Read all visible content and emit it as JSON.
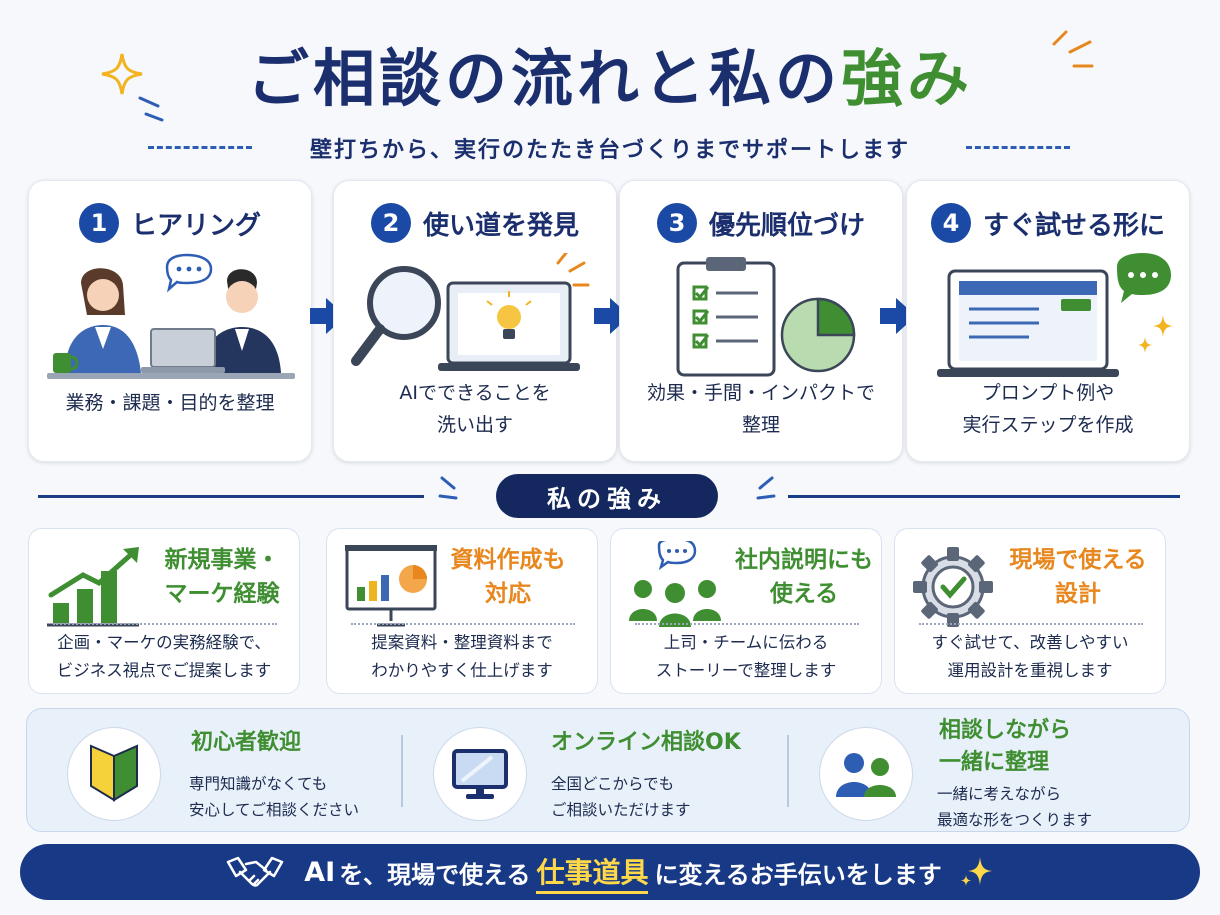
{
  "header": {
    "title_main": "ご相談の流れと私の",
    "title_highlight": "強み",
    "subtitle": "壁打ちから、実行のたたき台づくりまでサポートします"
  },
  "steps": [
    {
      "number": "1",
      "title": "ヒアリング",
      "desc": "業務・課題・目的を整理"
    },
    {
      "number": "2",
      "title": "使い道を発見",
      "desc": "AIでできることを\n洗い出す"
    },
    {
      "number": "3",
      "title": "優先順位づけ",
      "desc": "効果・手間・インパクトで\n整理"
    },
    {
      "number": "4",
      "title": "すぐ試せる形に",
      "desc": "プロンプト例や\n実行ステップを作成"
    }
  ],
  "strengths_label": "私の強み",
  "strengths": [
    {
      "title": "新規事業・\nマーケ経験",
      "desc": "企画・マーケの実務経験で、\nビジネス視点でご提案します",
      "color": "#3f8f32"
    },
    {
      "title": "資料作成も\n対応",
      "desc": "提案資料・整理資料まで\nわかりやすく仕上げます",
      "color": "#e8871e"
    },
    {
      "title": "社内説明にも\n使える",
      "desc": "上司・チームに伝わる\nストーリーで整理します",
      "color": "#3f8f32"
    },
    {
      "title": "現場で使える\n設計",
      "desc": "すぐ試せて、改善しやすい\n運用設計を重視します",
      "color": "#e8871e"
    }
  ],
  "info": [
    {
      "title": "初心者歓迎",
      "desc": "専門知識がなくても\n安心してご相談ください"
    },
    {
      "title": "オンライン相談OK",
      "desc": "全国どこからでも\nご相談いただけます"
    },
    {
      "title": "相談しながら\n一緒に整理",
      "desc": "一緒に考えながら\n最適な形をつくります"
    }
  ],
  "footer": {
    "ai": "AI",
    "part1": "を、現場で使える",
    "highlight": "仕事道具",
    "part2": "に変えるお手伝いをします"
  },
  "colors": {
    "navy": "#1b2f6e",
    "green": "#3f8f32",
    "orange": "#e8871e",
    "blue": "#1b4aa6",
    "footer_bg": "#183a86",
    "footer_highlight": "#ffd84a"
  }
}
